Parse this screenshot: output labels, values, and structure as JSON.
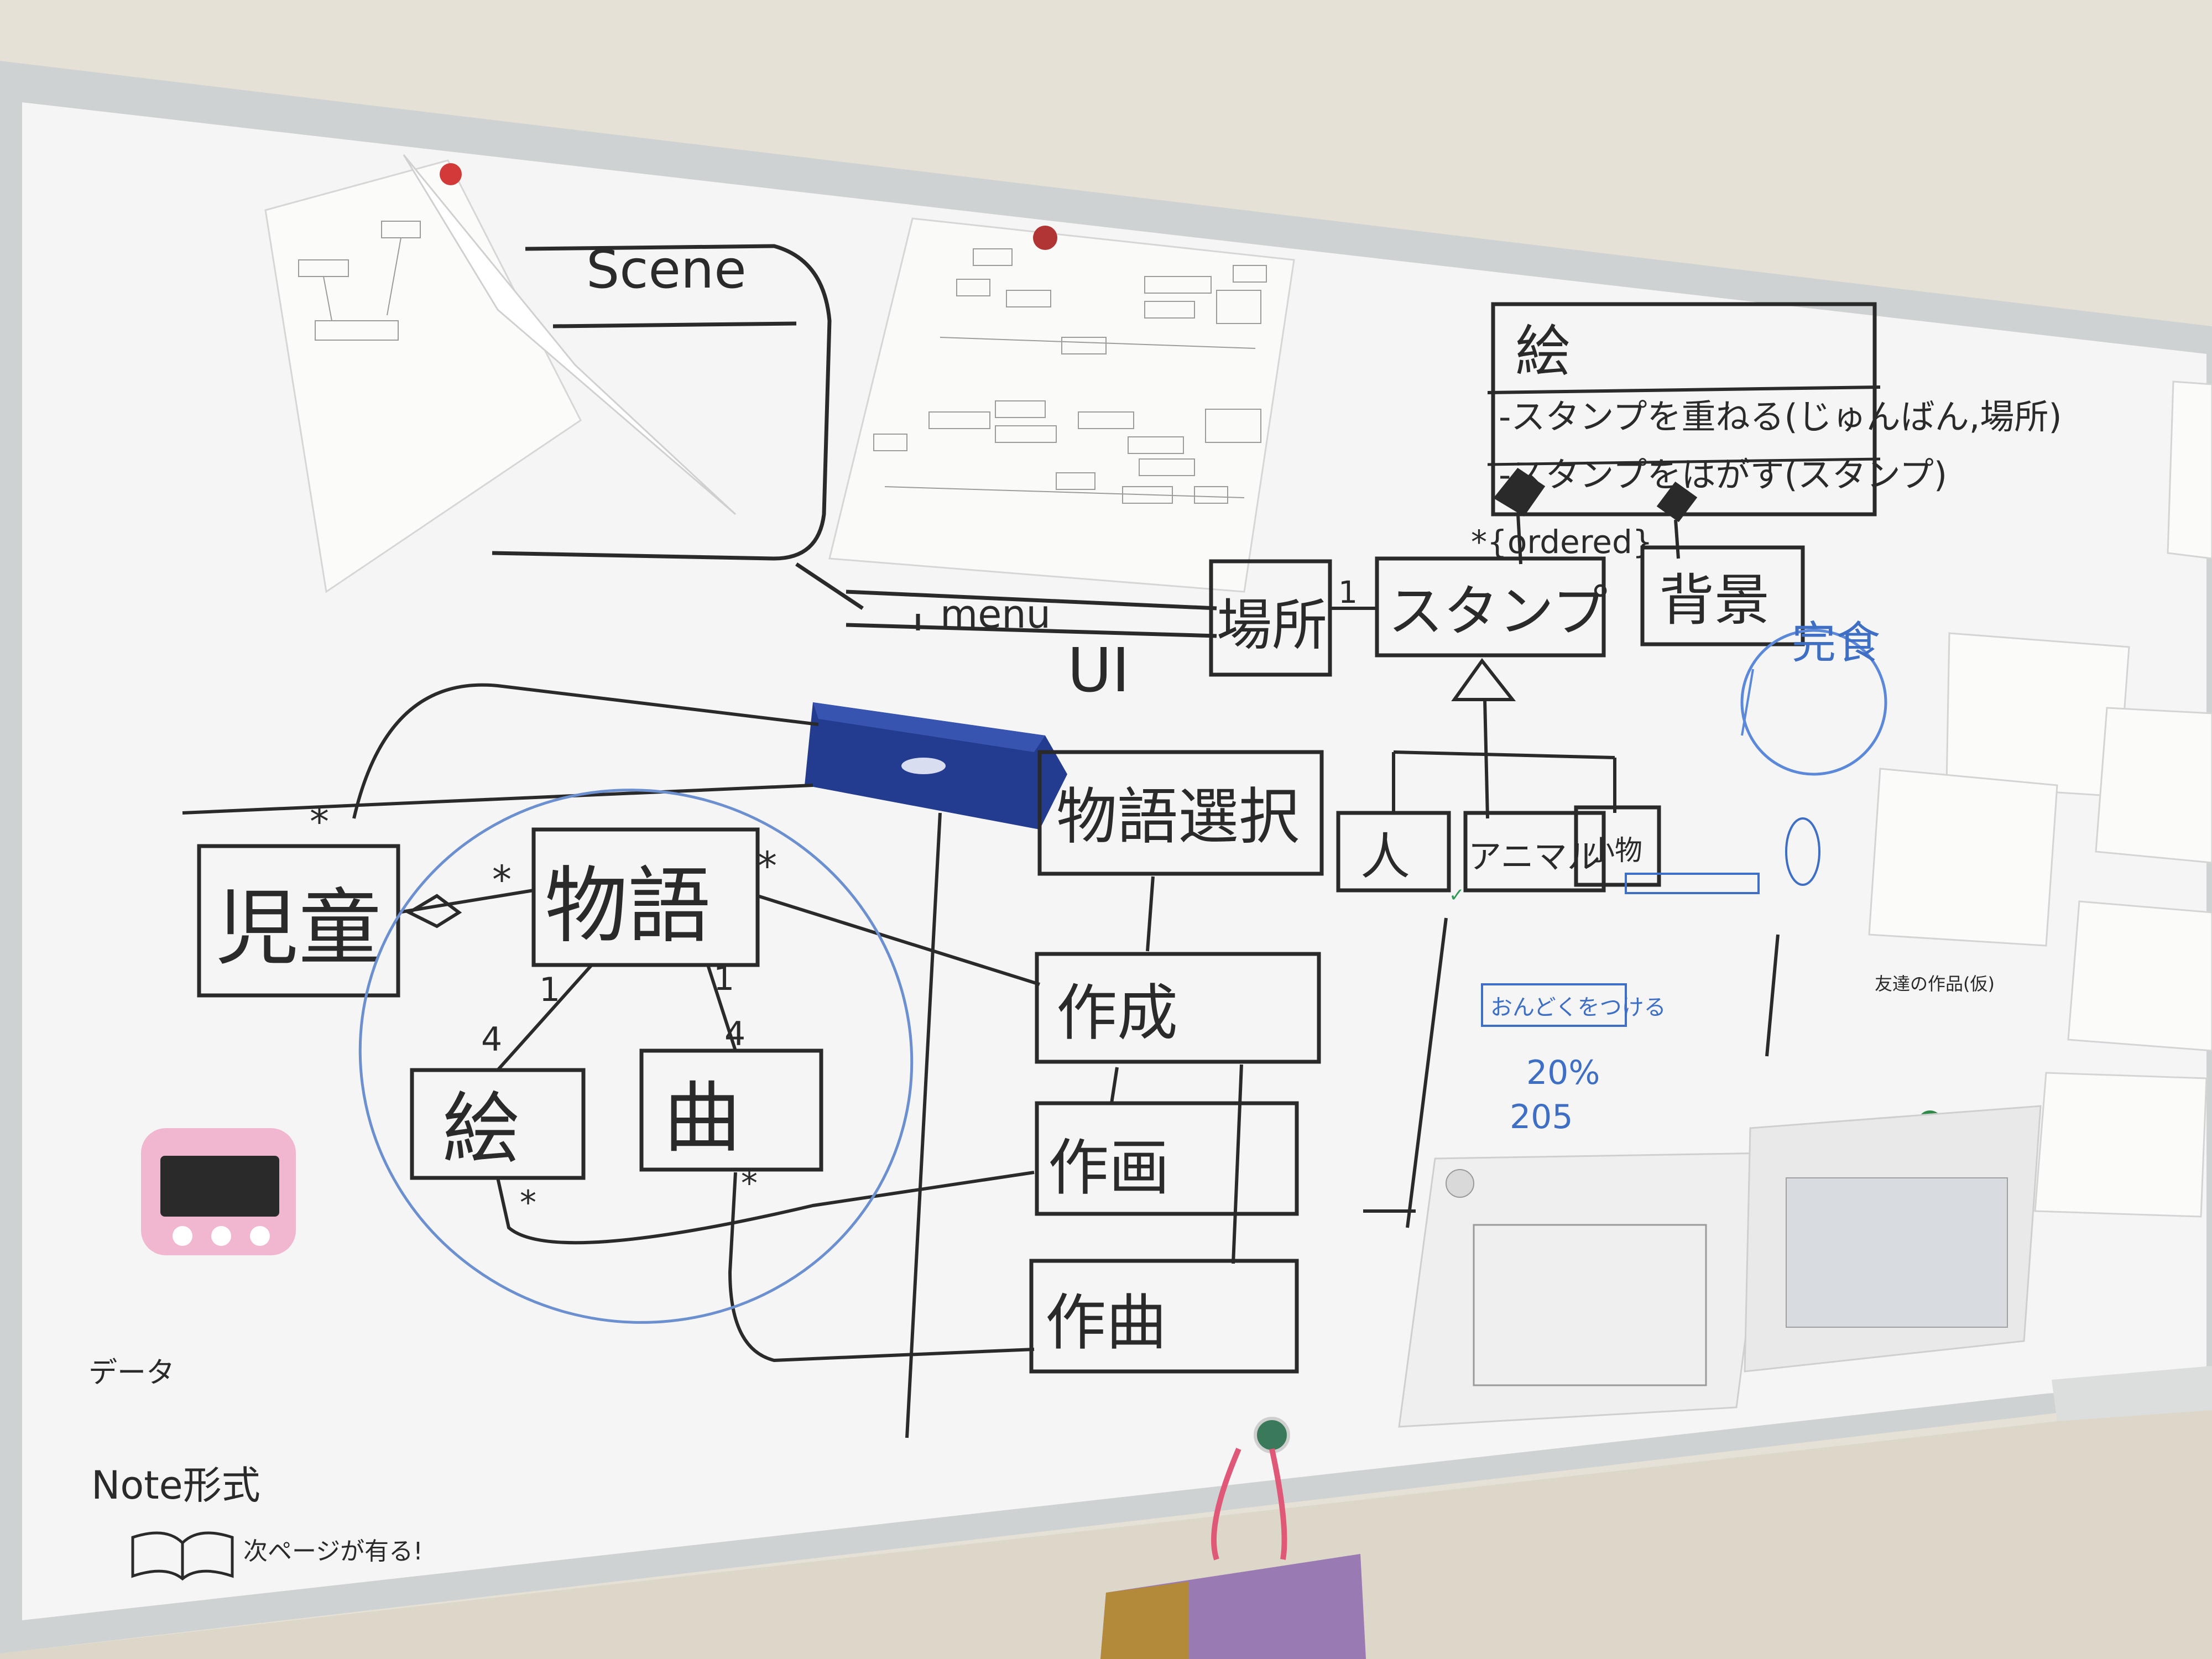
{
  "labels": {
    "scene": "Scene",
    "menu": "menu",
    "ui": "UI",
    "jidou": "児童",
    "monogatari": "物語",
    "e": "絵",
    "kyoku": "曲",
    "monogatari_sentaku": "物語選択",
    "sakusei": "作成",
    "sakuga": "作画",
    "sakkyoku": "作曲",
    "basho": "場所",
    "stamp": "スタンプ",
    "haikei": "背景",
    "hito": "人",
    "animal": "アニマル",
    "komono": "小物",
    "e_class_title": "絵",
    "e_method_1": "-スタンプを重ねる(じゅんばん,場所)",
    "e_method_2": "-スタンプをはがす(スタンプ)",
    "ordered": "*{ordered}",
    "kanshoku": "完食",
    "ondoku_button": "おんどくをつける",
    "pct": "20%",
    "num": "205",
    "data": "データ",
    "note_format": "Note形式",
    "next_page": "次ページが有る!",
    "tomodachi": "友達の作品(仮)"
  },
  "multiplicities": {
    "star": "*",
    "one": "1",
    "four": "4"
  },
  "colors": {
    "board": "#f4f5f4",
    "frame": "#d4d6d6",
    "wall": "#e6e1d6",
    "marker_black": "#2a2a2a",
    "marker_blue": "#3e6fc4",
    "marker_green": "#2f9a55",
    "eraser": "#243c8f",
    "timer": "#f2b7d0"
  },
  "icons": {
    "eraser": "whiteboard-eraser-icon",
    "timer": "kitchen-timer-icon",
    "magnet": "magnet-icon",
    "book": "open-book-icon"
  }
}
